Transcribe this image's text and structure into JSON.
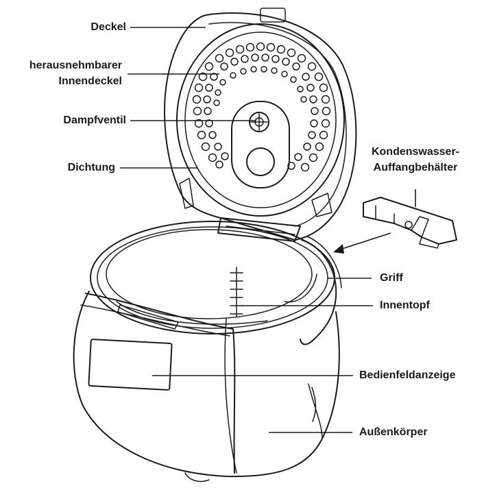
{
  "labels": {
    "deckel": "Deckel",
    "innendeckel_line1": "herausnehmbarer",
    "innendeckel_line2": "Innendeckel",
    "dampfventil": "Dampfventil",
    "dichtung": "Dichtung",
    "kondens_line1": "Kondenswasser-",
    "kondens_line2": "Auffangbehälter",
    "griff": "Griff",
    "innentopf": "Innentopf",
    "bedienfeld": "Bedienfeldanzeige",
    "aussenkoerper": "Außenkörper"
  },
  "colors": {
    "ink": "#1a1a1a",
    "background": "#ffffff"
  }
}
